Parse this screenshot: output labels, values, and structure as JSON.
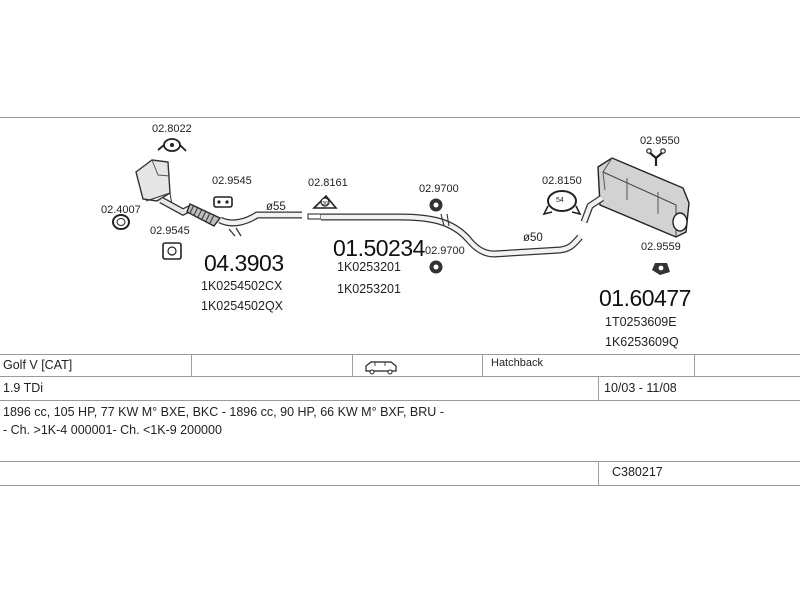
{
  "parts": {
    "clamp_2802": "02.8022",
    "gasket_24007": "02.4007",
    "gasket_29545a": "02.9545",
    "gasket_29545b": "02.9545",
    "front_pipe": {
      "number": "04.3903",
      "oe1": "1K0254502CX",
      "oe2": "1K0254502QX",
      "diameter": "ø55"
    },
    "mount_28161": "02.8161",
    "mount_29700a": "02.9700",
    "mount_29700b": "02.9700",
    "mid_pipe": {
      "number": "01.50234",
      "oe1": "1K0253201",
      "oe2": "1K0253201",
      "diameter": "ø50"
    },
    "clamp_28150": "02.8150",
    "clamp_28150_size": "54",
    "hanger_29550": "02.9550",
    "hanger_29559": "02.9559",
    "rear_silencer": {
      "number": "01.60477",
      "oe1": "1T0253609E",
      "oe2": "1K6253609Q"
    }
  },
  "vehicle": {
    "model": "Golf V  [CAT]",
    "body_type": "Hatchback",
    "engine": "1.9 TDi",
    "period": "10/03 - 11/08",
    "engine_details": "1896 cc, 105 HP, 77 KW M° BXE, BKC - 1896 cc, 90 HP, 66 KW M° BXF, BRU -",
    "chassis": "- Ch. >1K-4 000001- Ch. <1K-9 200000",
    "code": "C380217"
  }
}
